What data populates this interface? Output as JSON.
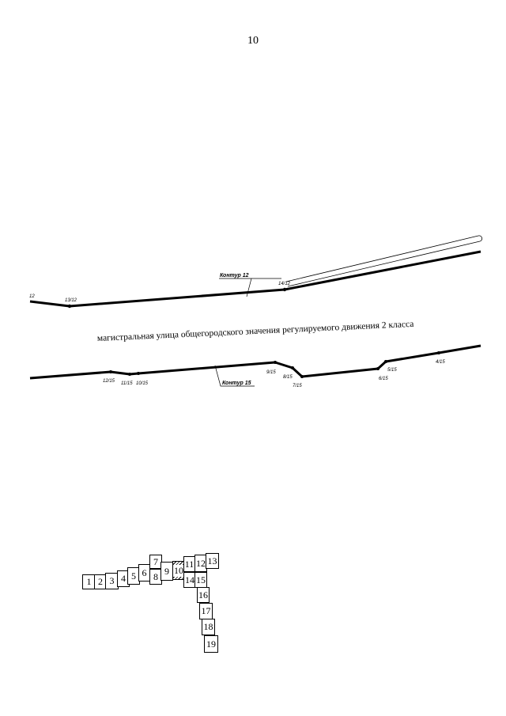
{
  "page_number": "10",
  "street_label": "магистральная улица общегородского значения регулируемого движения 2 класса",
  "contours": [
    {
      "label": "Контур 12"
    },
    {
      "label": "Контур 15"
    }
  ],
  "points": {
    "edge": "12",
    "p13_12": "13/12",
    "p14_12": "14/12",
    "p12_15": "12/15",
    "p11_15": "11/15",
    "p10_15": "10/15",
    "p9_15": "9/15",
    "p8_15": "8/15",
    "p7_15": "7/15",
    "p6_15": "6/15",
    "p5_15": "5/15",
    "p4_15": "4/15"
  },
  "sheet_index": {
    "current_sheet": "10",
    "sheets": [
      "1",
      "2",
      "3",
      "4",
      "5",
      "6",
      "7",
      "8",
      "9",
      "10",
      "11",
      "12",
      "13",
      "14",
      "15",
      "16",
      "17",
      "18",
      "19"
    ]
  }
}
